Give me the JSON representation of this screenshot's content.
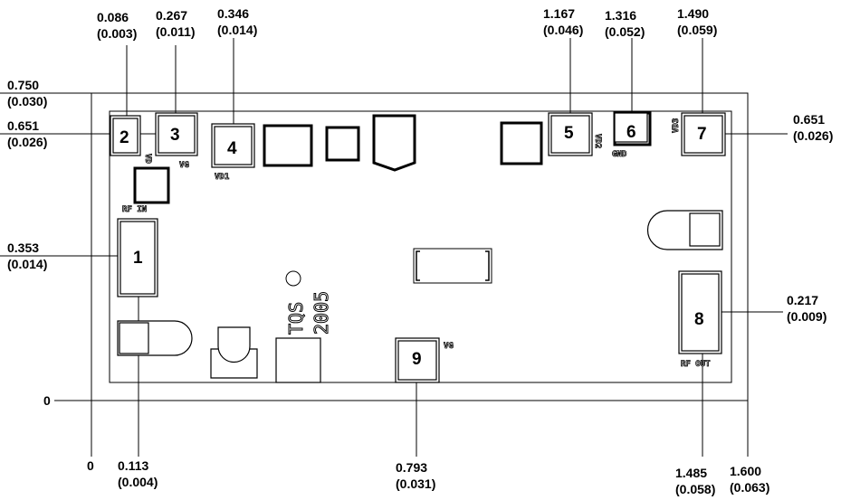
{
  "dimensions": {
    "y_top": {
      "mm": "0.750",
      "mil": "(0.030)"
    },
    "y_zero": "0",
    "x_zero": "0",
    "x_right": {
      "mm": "1.600",
      "mil": "(0.063)"
    },
    "pad1": {
      "mm": "0.353",
      "mil": "(0.014)"
    },
    "pad2_x": {
      "mm": "0.086",
      "mil": "(0.003)"
    },
    "pad2_y": {
      "mm": "0.651",
      "mil": "(0.026)"
    },
    "pad3": {
      "mm": "0.267",
      "mil": "(0.011)"
    },
    "pad4": {
      "mm": "0.346",
      "mil": "(0.014)"
    },
    "pad5": {
      "mm": "1.167",
      "mil": "(0.046)"
    },
    "pad6": {
      "mm": "1.316",
      "mil": "(0.052)"
    },
    "pad7_x": {
      "mm": "1.490",
      "mil": "(0.059)"
    },
    "pad7_y": {
      "mm": "0.651",
      "mil": "(0.026)"
    },
    "pad8_y": {
      "mm": "0.217",
      "mil": "(0.009)"
    },
    "pad8_x": {
      "mm": "1.485",
      "mil": "(0.058)"
    },
    "pad9": {
      "mm": "0.793",
      "mil": "(0.031)"
    },
    "pad1_x": {
      "mm": "0.113",
      "mil": "(0.004)"
    }
  },
  "pads": {
    "p1": "1",
    "p2": "2",
    "p3": "3",
    "p4": "4",
    "p5": "5",
    "p6": "6",
    "p7": "7",
    "p8": "8",
    "p9": "9"
  },
  "silkscreen": {
    "vd": "VD",
    "vg": "VG",
    "vd1": "VD1",
    "rf_in": "RF IN",
    "vd2": "VD2",
    "gnd": "GND",
    "vd3": "VD3",
    "rf_out": "RF OUT",
    "vg2": "VG",
    "logo": "TQS",
    "year": "2005"
  }
}
